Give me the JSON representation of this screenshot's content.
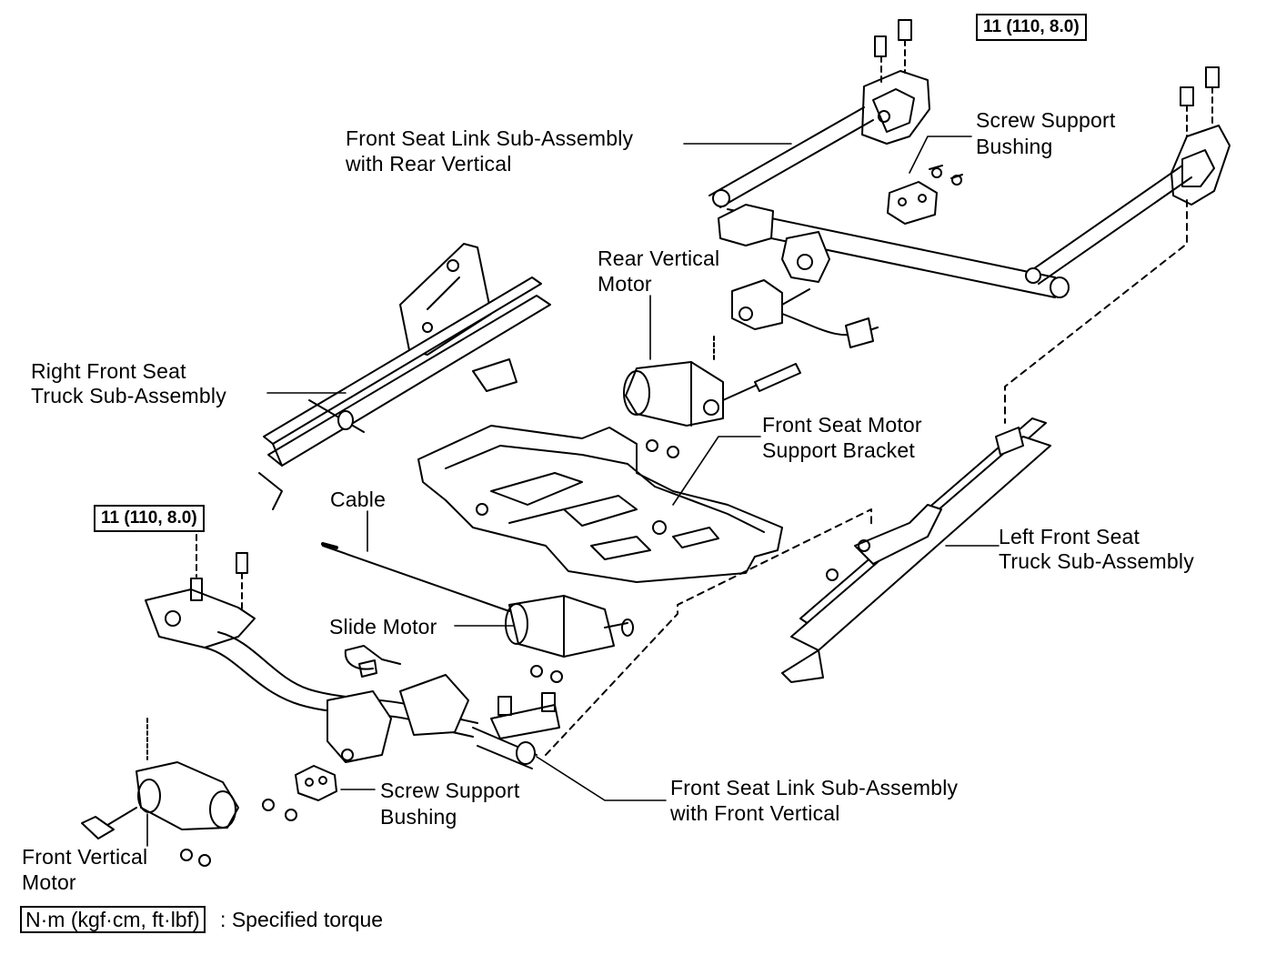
{
  "torque_boxes": {
    "top": "11 (110, 8.0)",
    "left": "11 (110, 8.0)"
  },
  "labels": {
    "link_rear_1": "Front Seat Link Sub-Assembly",
    "link_rear_2": "with Rear Vertical",
    "bushing_top_1": "Screw Support",
    "bushing_top_2": "Bushing",
    "rear_motor_1": "Rear Vertical",
    "rear_motor_2": "Motor",
    "right_truck_1": "Right Front Seat",
    "right_truck_2": "Truck Sub-Assembly",
    "bracket_1": "Front Seat Motor",
    "bracket_2": "Support Bracket",
    "cable": "Cable",
    "left_truck_1": "Left Front Seat",
    "left_truck_2": "Truck Sub-Assembly",
    "slide_motor": "Slide Motor",
    "bushing_bottom_1": "Screw Support",
    "bushing_bottom_2": "Bushing",
    "link_front_1": "Front Seat Link Sub-Assembly",
    "link_front_2": "with Front Vertical",
    "front_motor_1": "Front Vertical",
    "front_motor_2": "Motor"
  },
  "legend": {
    "unit": "N·m (kgf·cm, ft·lbf)",
    "text": ": Specified torque"
  }
}
